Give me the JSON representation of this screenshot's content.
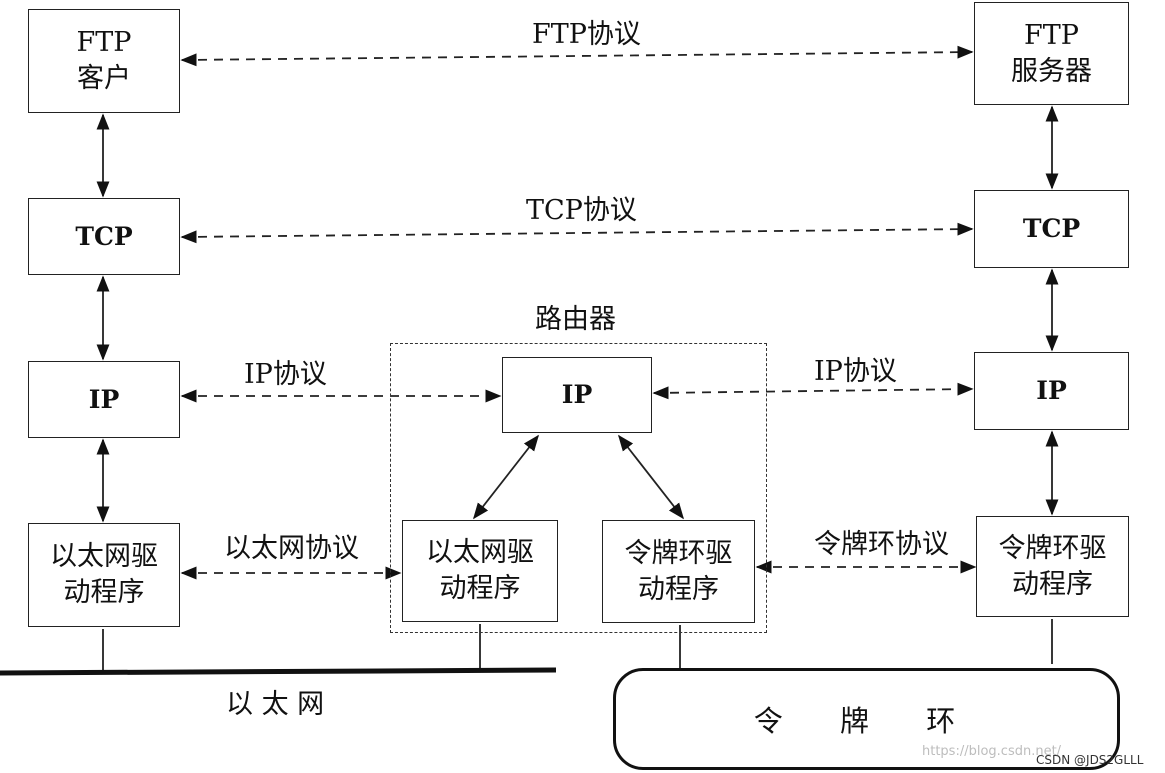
{
  "left": {
    "ftp": "FTP\n客户",
    "tcp": "TCP",
    "ip": "IP",
    "eth_driver": "以太网驱\n动程序"
  },
  "right": {
    "ftp": "FTP\n服务器",
    "tcp": "TCP",
    "ip": "IP",
    "token_driver": "令牌环驱\n动程序"
  },
  "router": {
    "title": "路由器",
    "ip": "IP",
    "eth_driver": "以太网驱\n动程序",
    "token_driver": "令牌环驱\n动程序"
  },
  "protocols": {
    "ftp": "FTP协议",
    "tcp": "TCP协议",
    "ip_left": "IP协议",
    "ip_right": "IP协议",
    "ethernet": "以太网协议",
    "token_ring": "令牌环协议"
  },
  "networks": {
    "ethernet": "以 太 网",
    "token_ring": "令 牌 环"
  },
  "watermark": {
    "url": "https://blog.csdn.net/",
    "author": "CSDN @JDS2GLLL"
  }
}
